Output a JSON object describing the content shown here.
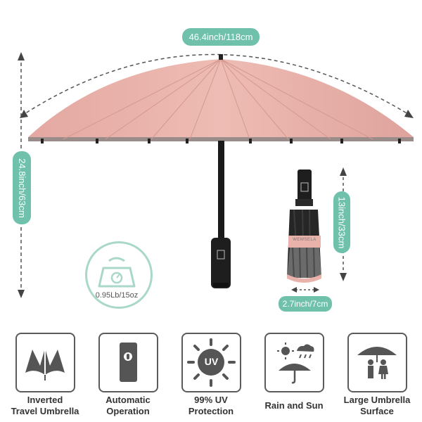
{
  "dimensions": {
    "width_label": "46.4inch/118cm",
    "height_label": "24.8inch/63cm",
    "folded_length_label": "13inch/33cm",
    "folded_diameter_label": "2.7inch/7cm",
    "weight_label": "0.95Lb/15oz"
  },
  "brand_band_text": "WEMSELA",
  "colors": {
    "accent": "#6fc1ac",
    "canopy": "#e8b2ab",
    "canopy_dark": "#d89f98",
    "feature_border": "#5b5b5b",
    "feature_icon": "#555555"
  },
  "features": [
    {
      "icon": "inverted-umbrella-icon",
      "line1": "Inverted",
      "line2": "Travel Umbrella"
    },
    {
      "icon": "automatic-button-icon",
      "line1": "Automatic",
      "line2": "Operation"
    },
    {
      "icon": "uv-sun-icon",
      "line1": "99% UV",
      "line2": "Protection",
      "uv_text": "UV"
    },
    {
      "icon": "rain-and-sun-icon",
      "line1": "Rain and Sun",
      "line2": ""
    },
    {
      "icon": "large-umbrella-surface-icon",
      "line1": "Large Umbrella",
      "line2": "Surface"
    }
  ]
}
